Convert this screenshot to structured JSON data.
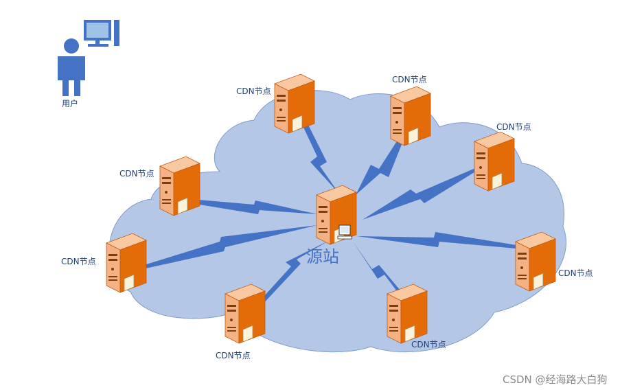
{
  "user": {
    "label": "用户"
  },
  "origin": {
    "label": "源站"
  },
  "cdn_nodes": [
    {
      "label": "CDN节点"
    },
    {
      "label": "CDN节点"
    },
    {
      "label": "CDN节点"
    },
    {
      "label": "CDN节点"
    },
    {
      "label": "CDN节点"
    },
    {
      "label": "CDN节点"
    },
    {
      "label": "CDN节点"
    },
    {
      "label": "CDN节点"
    }
  ],
  "watermark": "CSDN @经海路大白狗",
  "colors": {
    "cloud_fill": "#b4c7e7",
    "cloud_stroke": "#7f9ccb",
    "link": "#4472c4",
    "server_body": "#e36c09",
    "server_light": "#f4b183",
    "user_icon": "#4472c4"
  }
}
